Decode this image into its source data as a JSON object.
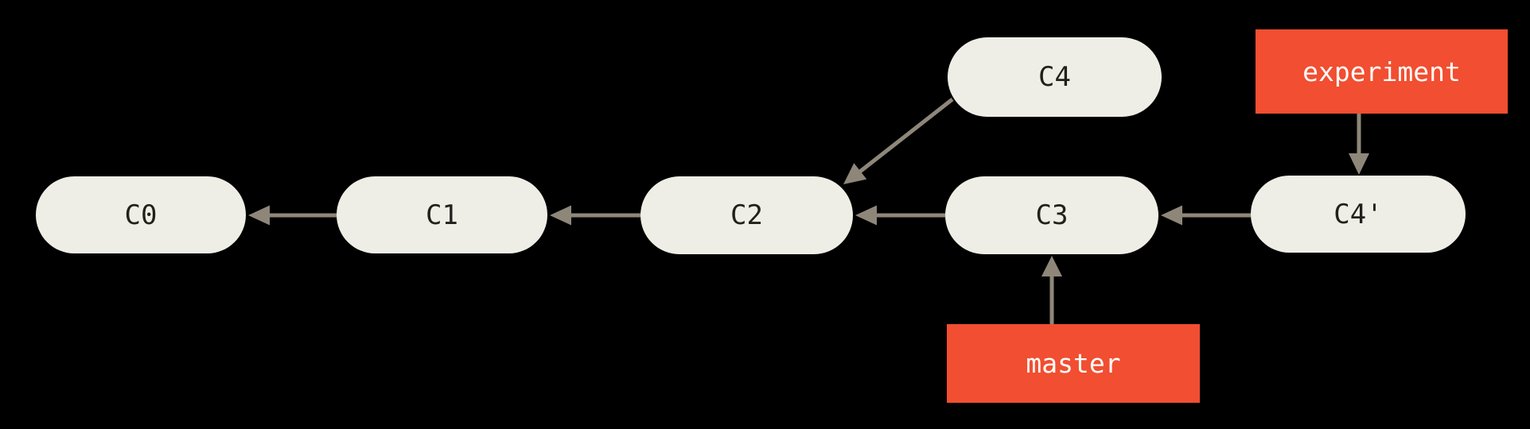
{
  "colors": {
    "bg": "#000000",
    "node-fill": "#efeee6",
    "node-text": "#21201c",
    "branch-fill": "#f14e32",
    "branch-text": "#fffdf7",
    "arrow": "#8e8779"
  },
  "diagram": {
    "type": "git-commit-graph",
    "commits": [
      {
        "id": "C0",
        "label": "C0"
      },
      {
        "id": "C1",
        "label": "C1"
      },
      {
        "id": "C2",
        "label": "C2"
      },
      {
        "id": "C3",
        "label": "C3"
      },
      {
        "id": "C4",
        "label": "C4"
      },
      {
        "id": "C4'",
        "label": "C4'"
      }
    ],
    "branches": [
      {
        "id": "experiment",
        "label": "experiment",
        "points_to": "C4'"
      },
      {
        "id": "master",
        "label": "master",
        "points_to": "C3"
      }
    ],
    "edges": [
      {
        "from": "C1",
        "to": "C0"
      },
      {
        "from": "C2",
        "to": "C1"
      },
      {
        "from": "C3",
        "to": "C2"
      },
      {
        "from": "C4",
        "to": "C2"
      },
      {
        "from": "C4'",
        "to": "C3"
      },
      {
        "from": "experiment",
        "to": "C4'"
      },
      {
        "from": "master",
        "to": "C3"
      }
    ]
  }
}
